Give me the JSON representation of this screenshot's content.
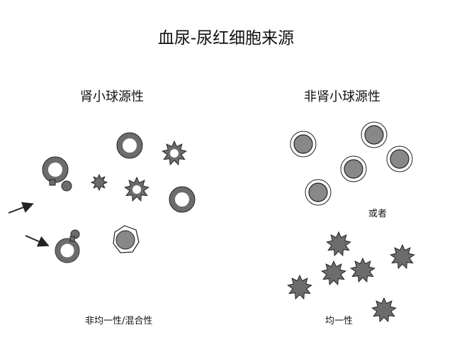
{
  "figure": {
    "title": "血尿-尿红细胞来源",
    "left": {
      "heading": "肾小球源性",
      "caption": "非均一性/混合性"
    },
    "right": {
      "heading": "非肾小球源性",
      "or_label": "或者",
      "caption": "均一性"
    }
  },
  "colors": {
    "cell_ring": "#6c6c6c",
    "cell_fill": "#888888",
    "outline": "#222222",
    "background": "#ffffff"
  }
}
